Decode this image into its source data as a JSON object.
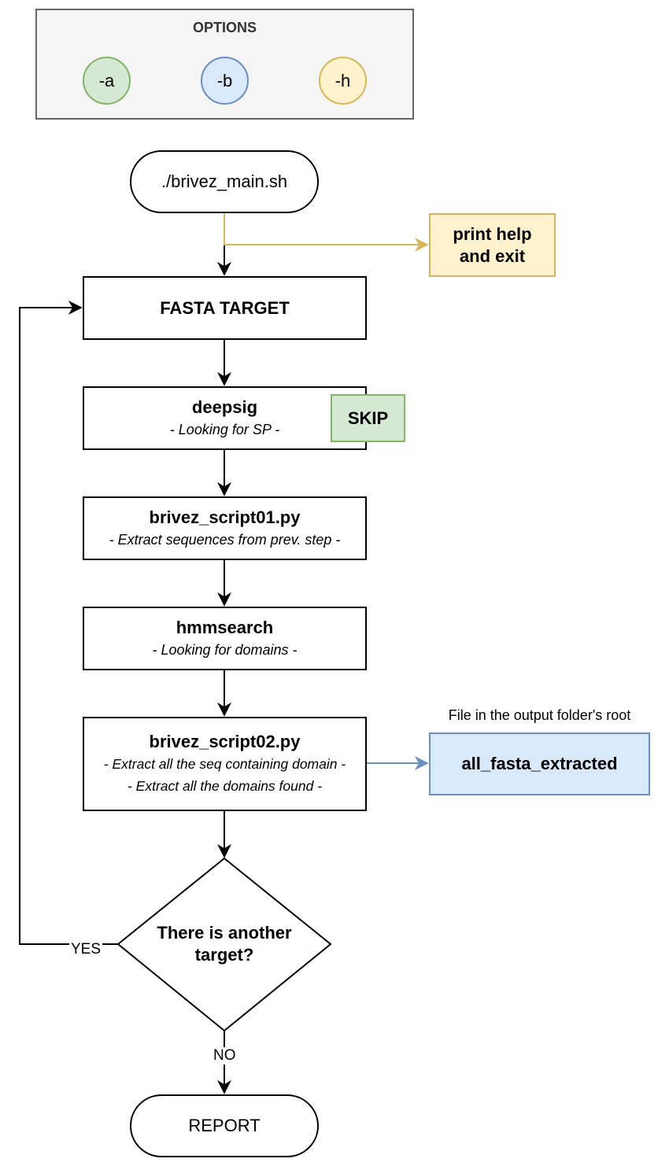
{
  "options": {
    "title": "OPTIONS",
    "items": [
      {
        "label": "-a",
        "fill": "#d5e8d4",
        "stroke": "#82b366"
      },
      {
        "label": "-b",
        "fill": "#dae8fc",
        "stroke": "#6c8ebf"
      },
      {
        "label": "-h",
        "fill": "#fff2cc",
        "stroke": "#d6b656"
      }
    ]
  },
  "start": {
    "label": "./brivez_main.sh"
  },
  "help": {
    "label": "print help and exit",
    "fill": "#fff2cc",
    "stroke": "#d6b656"
  },
  "fasta": {
    "title": "FASTA TARGET"
  },
  "deepsig": {
    "title": "deepsig",
    "sub": "- Looking for SP -"
  },
  "skip": {
    "label": "SKIP",
    "fill": "#d5e8d4",
    "stroke": "#82b366"
  },
  "script01": {
    "title": "brivez_script01.py",
    "sub": "- Extract sequences from prev. step -"
  },
  "hmmsearch": {
    "title": "hmmsearch",
    "sub": "- Looking for domains -"
  },
  "script02": {
    "title": "brivez_script02.py",
    "sub1": "- Extract all the seq containing domain -",
    "sub2": "- Extract all the domains found -"
  },
  "output": {
    "caption": "File in the output folder's root",
    "label": "all_fasta_extracted",
    "fill": "#dae8fc",
    "stroke": "#6c8ebf"
  },
  "decision": {
    "label": "There is another target?",
    "yes": "YES",
    "no": "NO"
  },
  "report": {
    "label": "REPORT"
  }
}
